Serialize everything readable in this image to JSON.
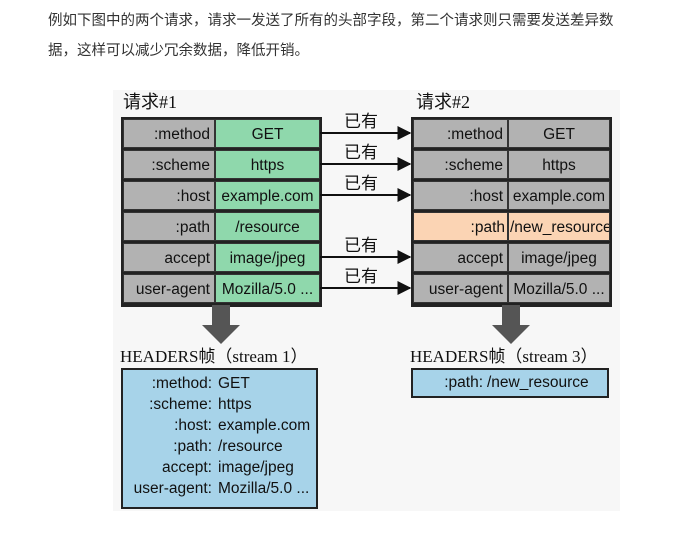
{
  "intro": {
    "line1": "例如下图中的两个请求，请求一发送了所有的头部字段，第二个请求则只需要发送差异数",
    "line2": "据，这样可以减少冗余数据，降低开销。"
  },
  "request1": {
    "title": "请求#1",
    "rows": [
      {
        "key": ":method",
        "value": "GET"
      },
      {
        "key": ":scheme",
        "value": "https"
      },
      {
        "key": ":host",
        "value": "example.com"
      },
      {
        "key": ":path",
        "value": "/resource"
      },
      {
        "key": "accept",
        "value": "image/jpeg"
      },
      {
        "key": "user-agent",
        "value": "Mozilla/5.0 ..."
      }
    ]
  },
  "request2": {
    "title": "请求#2",
    "rows": [
      {
        "key": ":method",
        "value": "GET"
      },
      {
        "key": ":scheme",
        "value": "https"
      },
      {
        "key": ":host",
        "value": "example.com"
      },
      {
        "key": ":path",
        "value": "/new_resource",
        "changed": true
      },
      {
        "key": "accept",
        "value": "image/jpeg"
      },
      {
        "key": "user-agent",
        "value": "Mozilla/5.0 ..."
      }
    ]
  },
  "arrow_label": "已有",
  "frame1": {
    "title": "HEADERS帧（stream 1）",
    "rows": [
      {
        "key": ":method:",
        "value": "GET"
      },
      {
        "key": ":scheme:",
        "value": "https"
      },
      {
        "key": ":host:",
        "value": "example.com"
      },
      {
        "key": ":path:",
        "value": "/resource"
      },
      {
        "key": "accept:",
        "value": "image/jpeg"
      },
      {
        "key": "user-agent:",
        "value": "Mozilla/5.0 ..."
      }
    ]
  },
  "frame2": {
    "title": "HEADERS帧（stream 3）",
    "rows": [
      {
        "key": ":path:",
        "value": "/new_resource"
      }
    ]
  },
  "colors": {
    "key_cell": "#b2b2b2",
    "value_cell_req1": "#8fd8ac",
    "changed_cell": "#fbd4b4",
    "frame_fill": "#a7d3e9",
    "down_arrow": "#555555"
  }
}
